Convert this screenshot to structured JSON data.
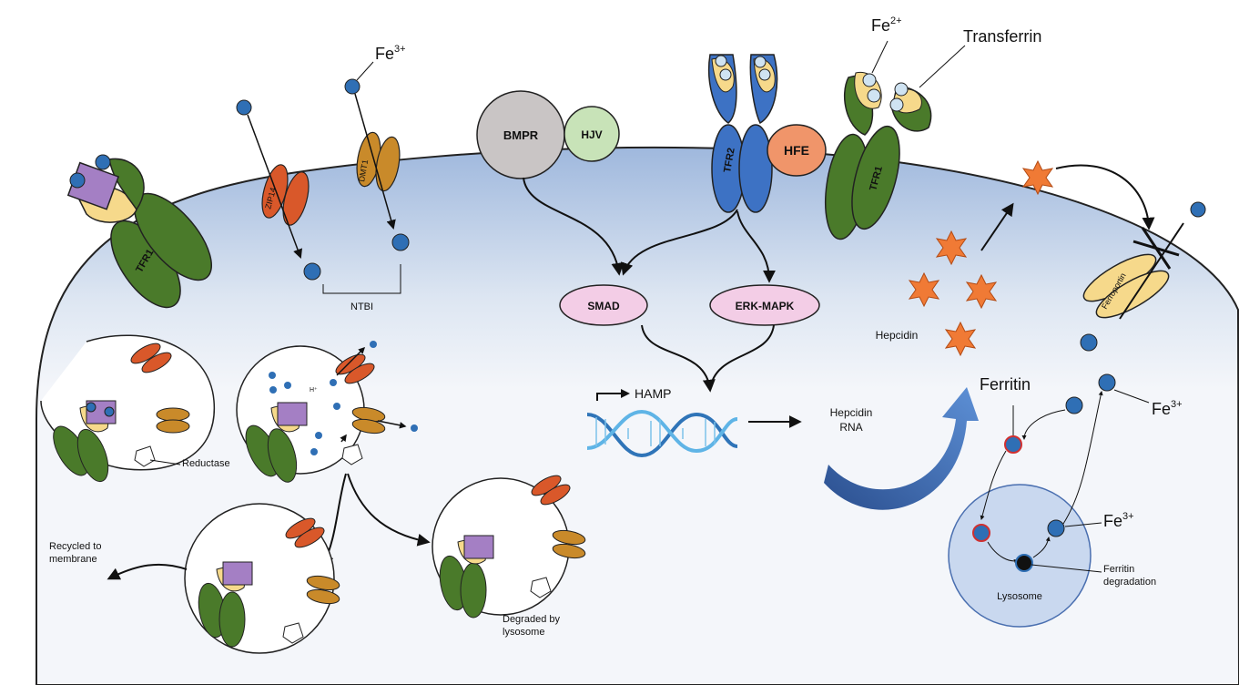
{
  "labels": {
    "fe3_top": "Fe",
    "fe3_top_sup": "3+",
    "fe2_top": "Fe",
    "fe2_top_sup": "2+",
    "transferrin": "Transferrin",
    "bmpr": "BMPR",
    "hjv": "HJV",
    "tfr2": "TFR2",
    "hfe": "HFE",
    "tfr1_top": "TFR1",
    "tfr1_left": "TFR1",
    "zip14": "ZIP14",
    "dmt1": "DMT1",
    "ntbi": "NTBI",
    "smad": "SMAD",
    "erk_mapk": "ERK-MAPK",
    "hamp": "HAMP",
    "hepcidin": "Hepcidin",
    "hepcidin_rna_1": "Hepcidin",
    "hepcidin_rna_2": "RNA",
    "ferroportin": "Ferroportin",
    "ferritin": "Ferritin",
    "fe3_right": "Fe",
    "fe3_right_sup": "3+",
    "fe3_lyso": "Fe",
    "fe3_lyso_sup": "3+",
    "lysosome": "Lysosome",
    "ferritin_degradation_1": "Ferritin",
    "ferritin_degradation_2": "degradation",
    "reductase": "Reductase",
    "hplus": "H⁺",
    "recycled_1": "Recycled to",
    "recycled_2": "membrane",
    "degraded_1": "Degraded by",
    "degraded_2": "lysosome"
  },
  "colors": {
    "iron_blue": "#2f6fb5",
    "tfr_green": "#4a7a2a",
    "tfr2_blue": "#3d72c4",
    "bmpr_gray": "#c9c5c5",
    "hjv_green": "#c8e3b8",
    "hfe_orange": "#f0956a",
    "signal_pink": "#f3cde6",
    "zip14_red": "#d9582a",
    "dmt1_brown": "#c98a2a",
    "transferrin_yellow": "#f6d98b",
    "purple": "#a47fc4",
    "hepcidin_orange": "#f07a35",
    "lysosome_fill": "#c9d8ef"
  }
}
